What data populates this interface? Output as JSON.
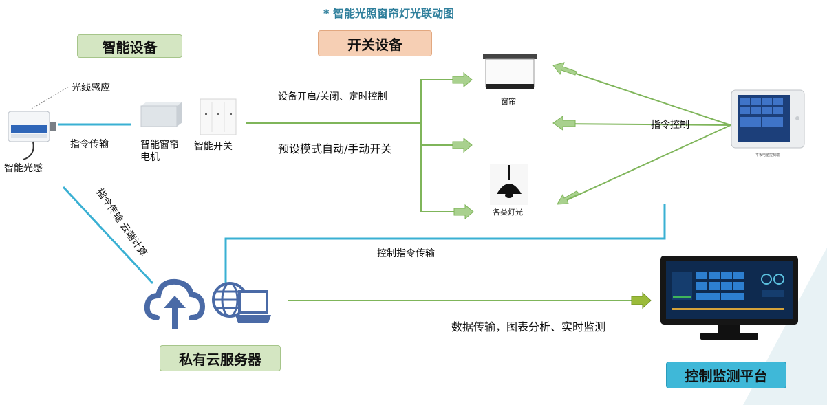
{
  "title": "* 智能光照窗帘灯光联动图",
  "sections": {
    "smart_devices": "智能设备",
    "switch_devices": "开关设备",
    "private_cloud": "私有云服务器",
    "monitor_platform": "控制监测平台"
  },
  "labels": {
    "light_sensing": "光线感应",
    "command_transmit": "指令传输",
    "smart_light_sensor": "智能光感",
    "smart_curtain_motor_line1": "智能窗帘",
    "smart_curtain_motor_line2": "电机",
    "smart_switch": "智能开关",
    "device_on_off_timer": "设备开启/关闭、定时控制",
    "preset_mode": "预设模式自动/手动开关",
    "curtain": "窗帘",
    "lights": "各类灯光",
    "command_control": "指令控制",
    "tablet_caption": "平板电脑控制端",
    "cloud_transmit": "指令传输 云端计算",
    "control_command_transmit": "控制指令传输",
    "data_analysis": "数据传输，图表分析、实时监测"
  },
  "colors": {
    "title": "#2f7f9c",
    "cyan_line": "#3ab0d3",
    "green_line": "#7fb55a",
    "arrow_fill": "#a9d18e",
    "green_box": "#d4e6c2",
    "orange_box": "#f6cfb4",
    "cyan_box": "#3fb8d8",
    "icon_blue": "#4a6aa6"
  },
  "icons": [
    "light-sensor-device-icon",
    "curtain-motor-icon",
    "smart-switch-icon",
    "projection-screen-icon",
    "pendant-lamp-icon",
    "tablet-control-icon",
    "cloud-upload-icon",
    "network-computer-icon",
    "monitor-screen-icon"
  ]
}
